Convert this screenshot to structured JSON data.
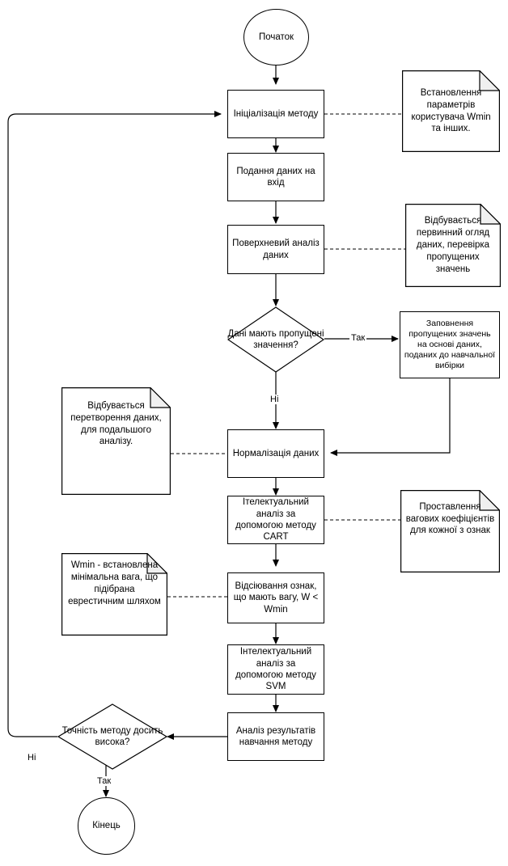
{
  "diagram": {
    "title": "Flowchart of intelligent data analysis method",
    "colors": {
      "stroke": "#000000",
      "fill": "#ffffff",
      "note_fold": "#f0f0f0"
    },
    "nodes": {
      "start": {
        "label": "Початок",
        "shape": "terminator"
      },
      "init": {
        "label": "Ініціалізація методу",
        "shape": "process"
      },
      "input": {
        "label": "Подання даних на вхід",
        "shape": "process"
      },
      "surface_analysis": {
        "label": "Поверхневий аналіз даних",
        "shape": "process"
      },
      "decision_missing": {
        "label": "Дані мають пропущені значення?",
        "shape": "decision"
      },
      "fill_missing": {
        "label": "Заповнення пропущених значень на основі даних, поданих до навчальної вибірки",
        "shape": "process"
      },
      "normalize": {
        "label": "Нормалізація даних",
        "shape": "process"
      },
      "cart": {
        "label": "Ітелектуальний аналіз за допомогою методу CART",
        "shape": "process"
      },
      "filter_features": {
        "label": "Відсіювання ознак, що мають вагу, W < Wmin",
        "shape": "process"
      },
      "svm": {
        "label": "Інтелектуальний аналіз за допомогою методу SVM",
        "shape": "process"
      },
      "analyze_results": {
        "label": "Аналіз результатів навчання методу",
        "shape": "process"
      },
      "decision_accuracy": {
        "label": "Точність методу досить висока?",
        "shape": "decision"
      },
      "end": {
        "label": "Кінець",
        "shape": "terminator"
      }
    },
    "notes": {
      "note_init": {
        "label": "Встановлення параметрів користувача Wmin та інших."
      },
      "note_surface": {
        "label": "Відбувається первинний огляд даних, перевірка пропущених значень"
      },
      "note_normalize": {
        "label": "Відбувається перетворення даних, для подальшого аналізу."
      },
      "note_cart": {
        "label": "Проставлення вагових коефіцієнтів для кожної з ознак"
      },
      "note_filter": {
        "label": "Wmin - встановлена мінімальна вага, що підібрана еврестичним шляхом"
      }
    },
    "edge_labels": {
      "missing_yes": "Так",
      "missing_no": "Ні",
      "accuracy_yes": "Так",
      "accuracy_no": "Ні"
    }
  }
}
